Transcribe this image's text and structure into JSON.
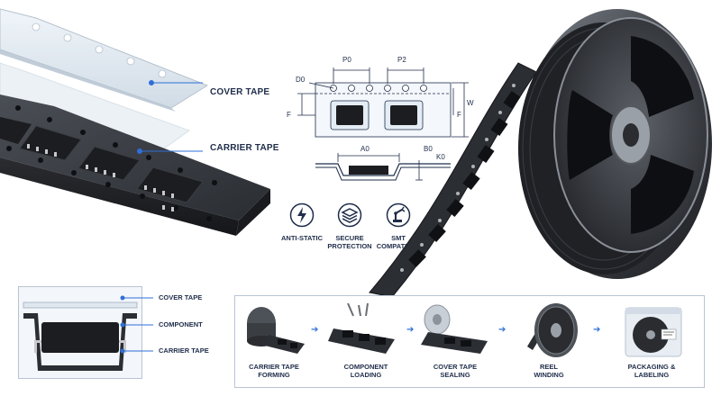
{
  "exploded_view": {
    "cover_tape_label": "COVER TAPE",
    "carrier_tape_label": "CARRIER TAPE"
  },
  "dimensions": {
    "p0": "P0",
    "p2": "P2",
    "d0": "D0",
    "f_left": "F",
    "f_right": "F",
    "w": "W",
    "a0": "A0",
    "b0": "B0",
    "k0": "K0"
  },
  "features": [
    {
      "icon": "lightning-shield-icon",
      "label_line1": "ANTI-STATIC",
      "label_line2": ""
    },
    {
      "icon": "stacked-layers-icon",
      "label_line1": "SECURE",
      "label_line2": "PROTECTION"
    },
    {
      "icon": "robot-arm-icon",
      "label_line1": "SMT",
      "label_line2": "COMPATIBLE"
    }
  ],
  "cross_section": {
    "cover_tape_label": "COVER TAPE",
    "component_label": "COMPONENT",
    "carrier_tape_label": "CARRIER TAPE"
  },
  "process": [
    {
      "line1": "CARRIER TAPE",
      "line2": "FORMING"
    },
    {
      "line1": "COMPONENT",
      "line2": "LOADING"
    },
    {
      "line1": "COVER TAPE",
      "line2": "SEALING"
    },
    {
      "line1": "REEL",
      "line2": "WINDING"
    },
    {
      "line1": "PACKAGING &",
      "line2": "LABELING"
    }
  ],
  "colors": {
    "accent": "#2e6fd8",
    "text": "#1f2d4a",
    "tape_dark": "#2b2e33",
    "chip": "#1c1d20"
  }
}
